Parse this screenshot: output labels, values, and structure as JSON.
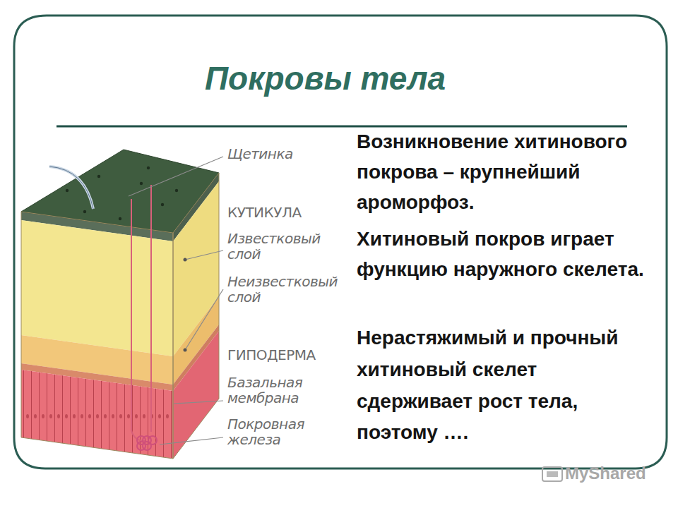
{
  "diagram": {
    "title": "Покровы тела",
    "labels": [
      "Щетинка",
      "КУТИКУЛА",
      "Известковый слой",
      "Неизвестковый слой",
      "ГИПОДЕРМА",
      "Базальная мембрана",
      "Покровная железа",
      "Возникновение хитинового покрова – крупнейший ароморфоз.",
      "Хитиновый покров играет функцию наружного скелета.",
      "Нерастяжимый и прочный хитиновый скелет сдерживает рост тела, поэтому ….",
      "MyShared"
    ]
  }
}
